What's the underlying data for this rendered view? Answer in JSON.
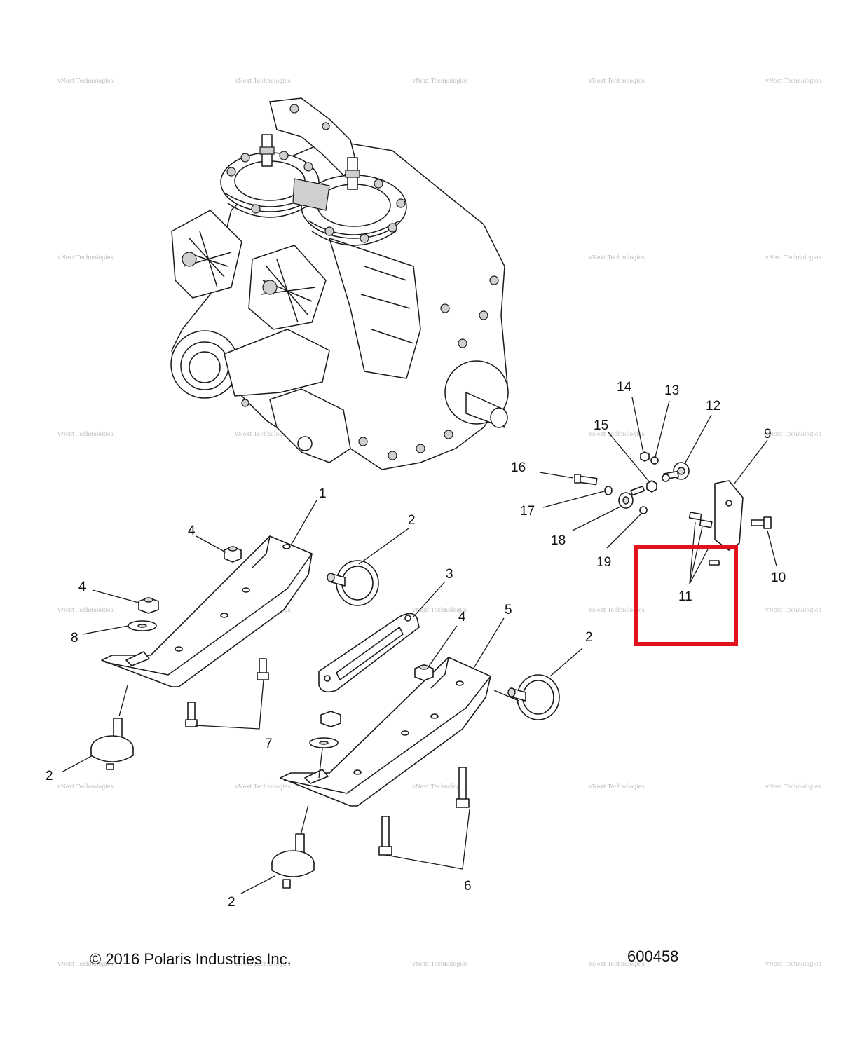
{
  "diagram": {
    "copyright": "© 2016 Polaris Industries Inc.",
    "drawing_number": "600458",
    "watermark_text": "vNext Technologies",
    "highlight_color": "#e0121b",
    "callouts": {
      "c1": "1",
      "c2a": "2",
      "c2b": "2",
      "c2c": "2",
      "c2d": "2",
      "c3": "3",
      "c4a": "4",
      "c4b": "4",
      "c4c": "4",
      "c5": "5",
      "c6": "6",
      "c7": "7",
      "c8": "8",
      "c9": "9",
      "c10": "10",
      "c11": "11",
      "c12": "12",
      "c13": "13",
      "c14": "14",
      "c15": "15",
      "c16": "16",
      "c17": "17",
      "c18": "18",
      "c19": "19"
    }
  }
}
